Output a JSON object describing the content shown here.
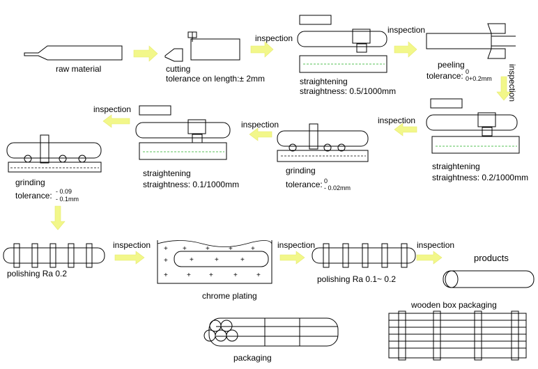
{
  "colors": {
    "arrow": "#f2f78a",
    "dash": "#54c254",
    "line": "#000000"
  },
  "labels": {
    "raw_material": "raw material",
    "cutting": "cutting",
    "cutting_tol": "tolerance on length:± 2mm",
    "inspection": "inspection",
    "straightening": "straightening",
    "straightness_1": "straightness: 0.5/1000mm",
    "peeling": "peeling",
    "peel_tol": "tolerance:",
    "peel_tol_up": "0",
    "peel_tol_down": "0+0.2mm",
    "straightness_2": "straightness: 0.2/1000mm",
    "grinding": "grinding",
    "grind_tol": "tolerance:",
    "grind_tol_up": "0",
    "grind_tol_down": "- 0.02mm",
    "straightness_3": "straightness: 0.1/1000mm",
    "grind2_tol": "tolerance:",
    "grind2_up": "- 0.09",
    "grind2_down": "- 0.1mm",
    "polishing_1": "polishing   Ra 0.2",
    "chrome_plating": "chrome plating",
    "polishing_2": "polishing  Ra 0.1~ 0.2",
    "products": "products",
    "packaging": "packaging",
    "wooden_box": "wooden box packaging"
  }
}
